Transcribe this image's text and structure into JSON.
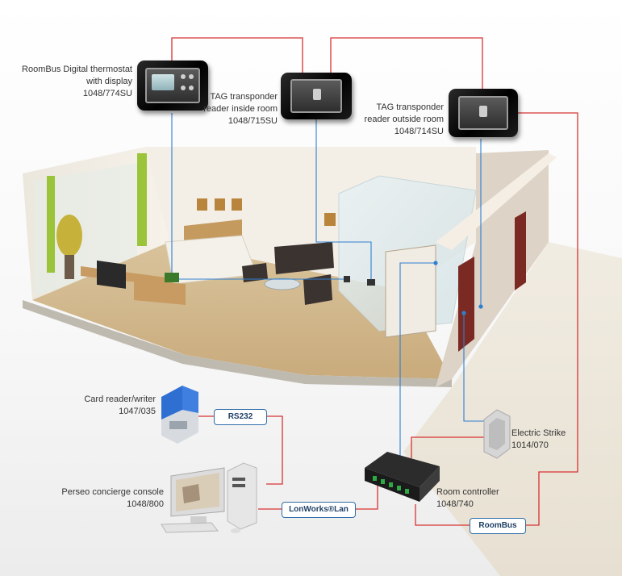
{
  "diagram": {
    "devices": {
      "thermostat": {
        "lines": [
          "RoomBus Digital thermostat",
          "with display",
          "1048/774SU"
        ]
      },
      "reader_inside": {
        "lines": [
          "TAG transponder",
          "reader inside room",
          "1048/715SU"
        ]
      },
      "reader_outside": {
        "lines": [
          "TAG transponder",
          "reader outside room",
          "1048/714SU"
        ]
      },
      "card_reader": {
        "lines": [
          "Card reader/writer",
          "1047/035"
        ]
      },
      "console": {
        "lines": [
          "Perseo concierge console",
          "1048/800"
        ]
      },
      "controller": {
        "lines": [
          "Room controller",
          "1048/740"
        ]
      },
      "strike": {
        "lines": [
          "Electric Strike",
          "1014/070"
        ]
      }
    },
    "buses": {
      "rs232": "RS232",
      "lonworks": "LonWorks®Lan",
      "roombus": "RoomBus"
    },
    "colors": {
      "bus_line": "#d63333",
      "signal_line": "#2f7fd0",
      "tag_border": "#2f6ea8"
    }
  }
}
